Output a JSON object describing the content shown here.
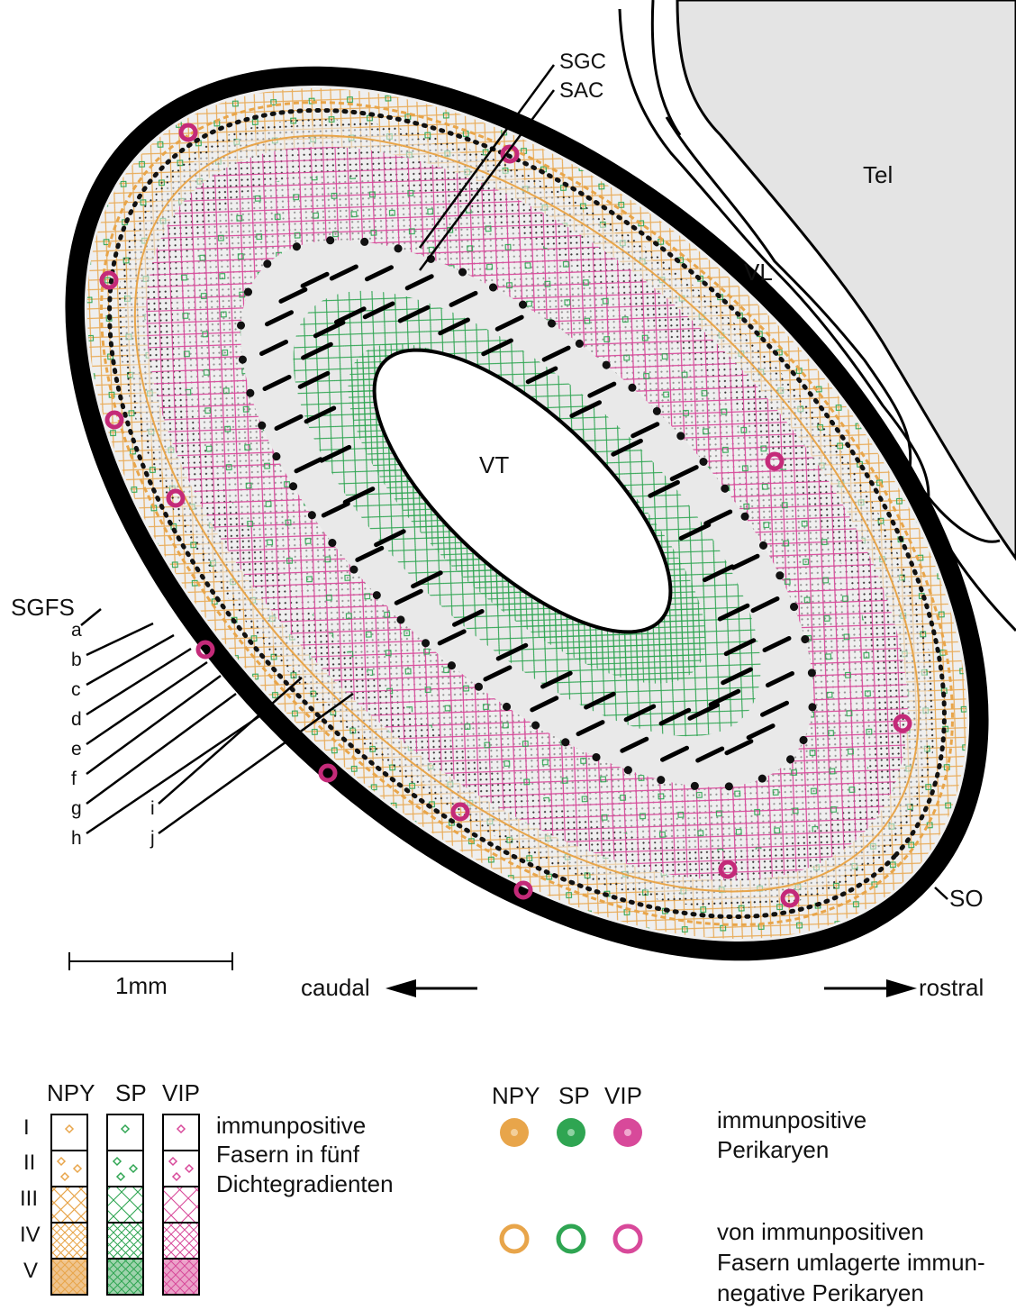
{
  "labels": {
    "sgc": "SGC",
    "sac": "SAC",
    "tel": "Tel",
    "vl": "VL",
    "vt": "VT",
    "sgfs": "SGFS",
    "so": "SO",
    "layers": [
      "a",
      "b",
      "c",
      "d",
      "e",
      "f",
      "g",
      "h",
      "i",
      "j"
    ]
  },
  "scale_bar": {
    "label": "1mm"
  },
  "orientation": {
    "caudal": "caudal",
    "rostral": "rostral"
  },
  "legend_fibers": {
    "columns": [
      "NPY",
      "SP",
      "VIP"
    ],
    "grades": [
      "I",
      "II",
      "III",
      "IV",
      "V"
    ],
    "text": [
      "immunpositive",
      "Fasern in fünf",
      "Dichtegradienten"
    ]
  },
  "legend_cells": {
    "columns": [
      "NPY",
      "SP",
      "VIP"
    ],
    "positive_text": [
      "immunpositive",
      "Perikaryen"
    ],
    "surrounded_text": [
      "von immunpositiven",
      "Fasern umlagerte immun-",
      "negative Perikaryen"
    ]
  },
  "colors": {
    "npy": "#e8a54a",
    "sp": "#2fa552",
    "vip": "#d8499a",
    "telencephalon": "#e4e4e4",
    "tectum_fill": "#efefef",
    "outline": "#000000"
  }
}
